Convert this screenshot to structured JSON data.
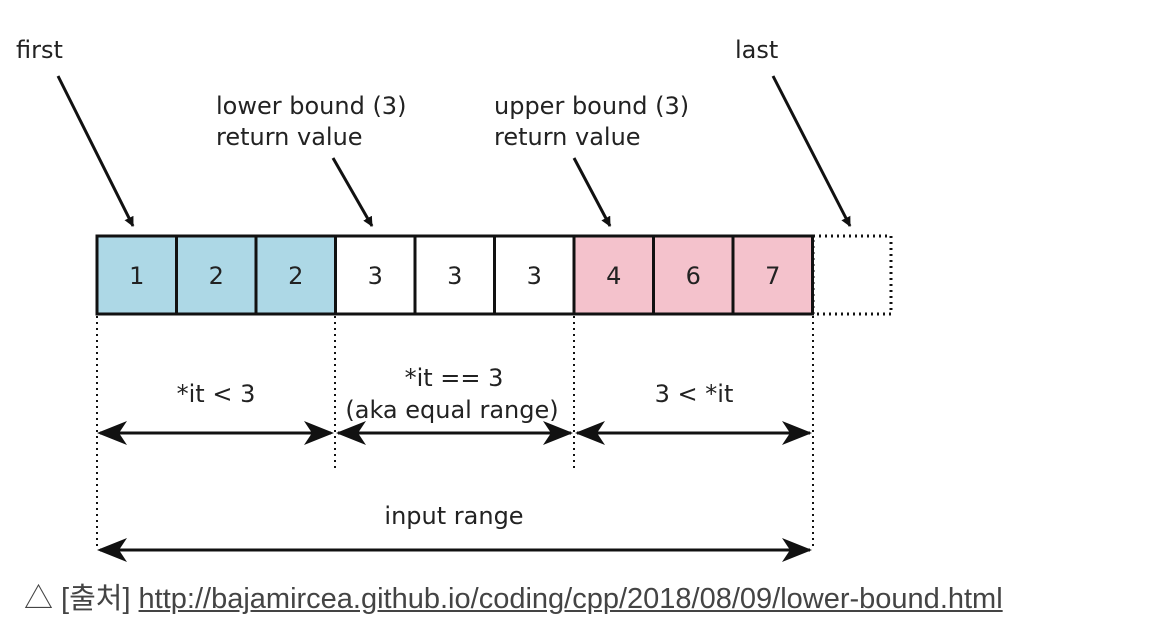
{
  "colors": {
    "less": "#add8e6",
    "equal": "#ffffff",
    "greater": "#f4c2cc",
    "stroke": "#111111"
  },
  "cells": [
    {
      "value": "1",
      "group": "less"
    },
    {
      "value": "2",
      "group": "less"
    },
    {
      "value": "2",
      "group": "less"
    },
    {
      "value": "3",
      "group": "equal"
    },
    {
      "value": "3",
      "group": "equal"
    },
    {
      "value": "3",
      "group": "equal"
    },
    {
      "value": "4",
      "group": "greater"
    },
    {
      "value": "6",
      "group": "greater"
    },
    {
      "value": "7",
      "group": "greater"
    }
  ],
  "labels": {
    "first": "first",
    "last": "last",
    "lower_line1": "lower bound (3)",
    "lower_line2": "return value",
    "upper_line1": "upper bound (3)",
    "upper_line2": "return value",
    "less_range": "*it < 3",
    "equal_line1": "*it == 3",
    "equal_line2": "(aka equal range)",
    "greater_range": "3 < *it",
    "input_range": "input range"
  },
  "caption": {
    "prefix": "△ [출처]",
    "link": "http://bajamircea.github.io/coding/cpp/2018/08/09/lower-bound.html"
  }
}
